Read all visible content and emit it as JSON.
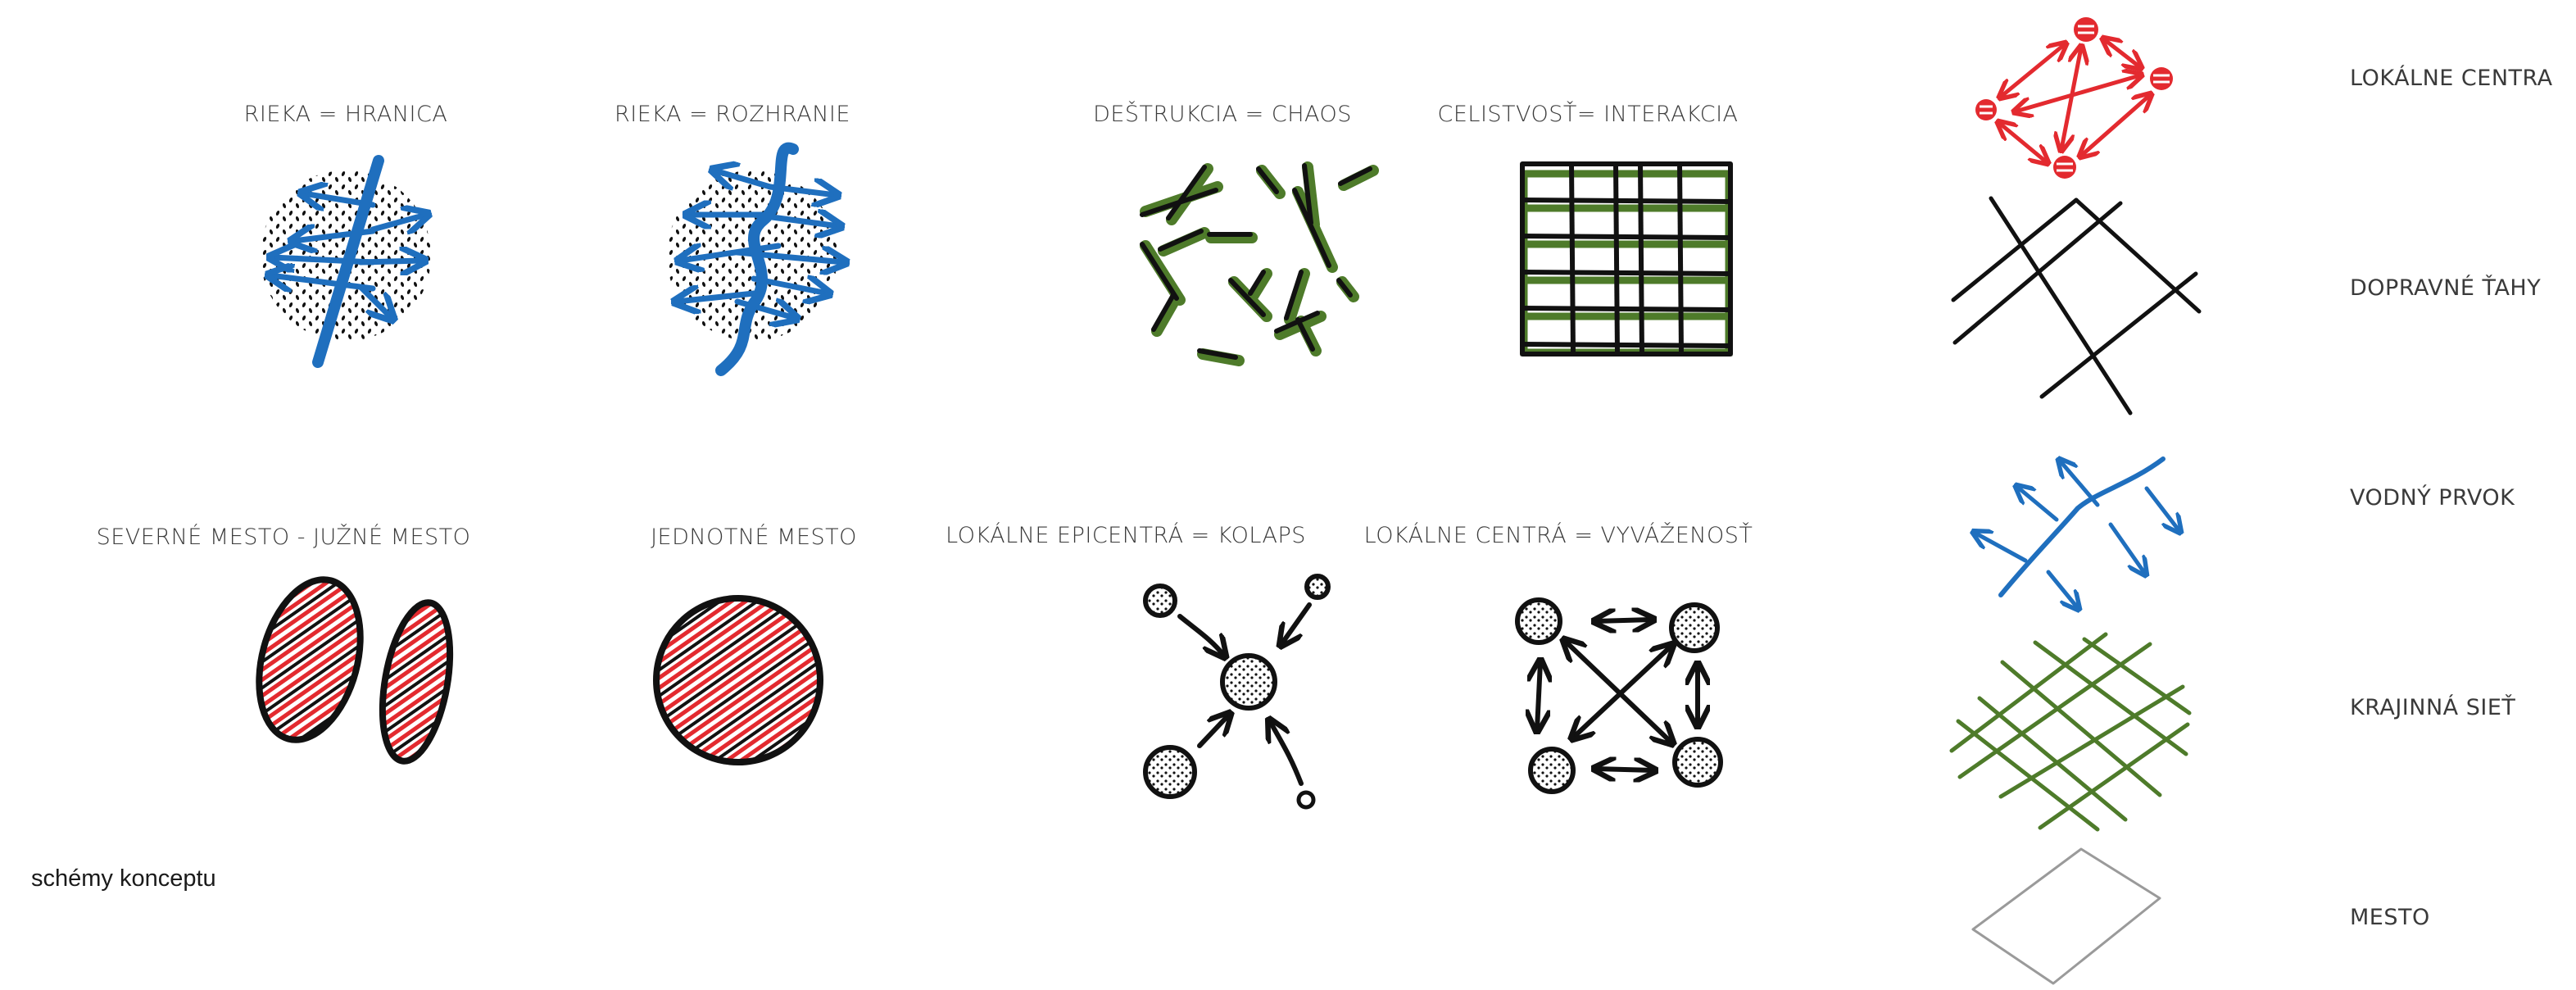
{
  "colors": {
    "blue": "#1f6fbe",
    "green": "#4e7b2a",
    "red": "#e32a2f",
    "black": "#111111",
    "gray": "#9a9a9a",
    "text": "#3a3a3a"
  },
  "schemes": {
    "rieka_hranica": "RIEKA = HRANICA",
    "rieka_rozhranie": "RIEKA  =  ROZHRANIE",
    "destrukcia": "DEŠTRUKCIA = CHAOS",
    "celistvost": "CELISTVOSŤ= INTERAKCIA",
    "severne_juzne": "SEVERNÉ MESTO - JUŽNÉ MESTO",
    "jednotne": "JEDNOTNÉ MESTO",
    "epicentra": "LOKÁLNE EPICENTRÁ = KOLAPS",
    "centra_vyvazenost": "LOKÁLNE CENTRÁ = VYVÁŽENOSŤ"
  },
  "layers": {
    "lokalne_centra": "LOKÁLNE CENTRA",
    "dopravne_tahy": "DOPRAVNÉ ŤAHY",
    "vodny_prvok": "VODNÝ PRVOK",
    "krajinna_siet": "KRAJINNÁ SIEŤ",
    "mesto": "MESTO"
  },
  "caption": "schémy konceptu"
}
